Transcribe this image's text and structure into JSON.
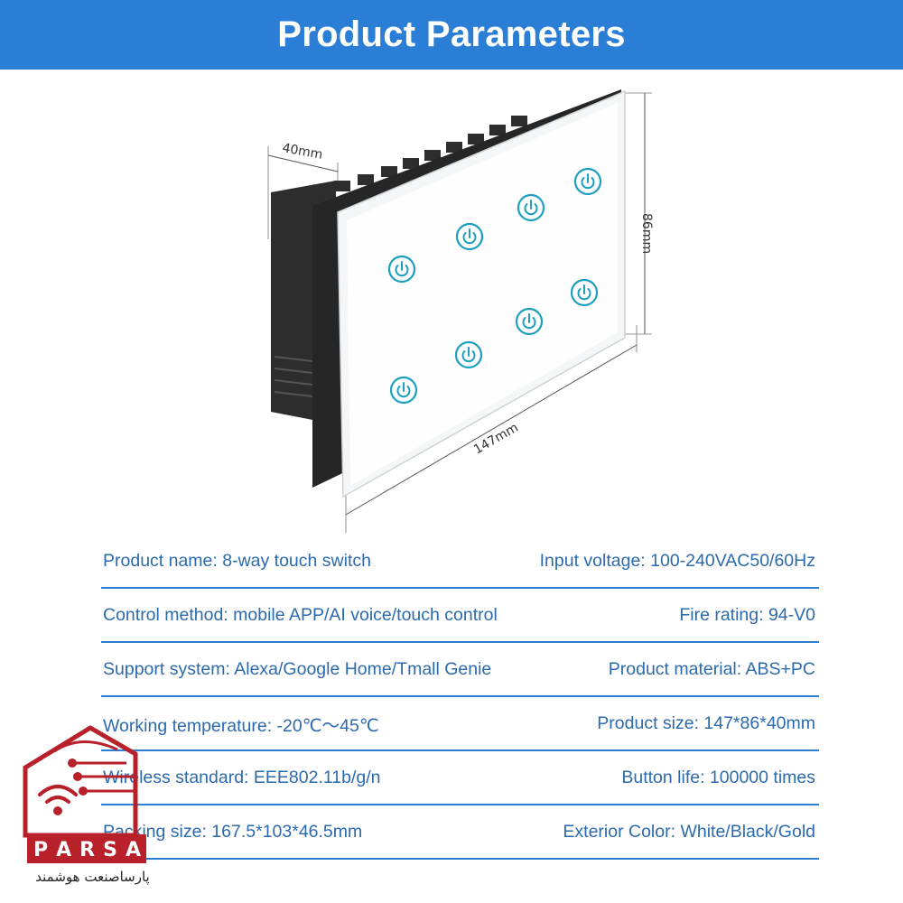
{
  "header": {
    "title": "Product Parameters"
  },
  "dimensions": {
    "depth": "40mm",
    "height": "86mm",
    "width": "147mm"
  },
  "button_icon": "power-icon",
  "colors": {
    "banner": "#2b7ed6",
    "text": "#2c6aae",
    "rule": "#2f7fd0",
    "button": "#1e9fbf",
    "logo_red": "#b8202a"
  },
  "params": [
    {
      "left": "Product name: 8-way touch switch",
      "right": "Input voltage: 100-240VAC50/60Hz"
    },
    {
      "left": "Control method: mobile APP/AI voice/touch control",
      "right": "Fire rating: 94-V0"
    },
    {
      "left": "Support system: Alexa/Google Home/Tmall Genie",
      "right": "Product material: ABS+PC"
    },
    {
      "left": "Working temperature: -20℃～45℃",
      "right": "Product size: 147*86*40mm"
    },
    {
      "left": "Wireless standard: EEE802.11b/g/n",
      "right": "Button life: 100000 times"
    },
    {
      "left": "Packing size: 167.5*103*46.5mm",
      "right": "Exterior Color: White/Black/Gold"
    }
  ],
  "watermark": {
    "letters": [
      "P",
      "A",
      "R",
      "S",
      "A"
    ],
    "caption": "پارساصنعت هوشمند"
  }
}
